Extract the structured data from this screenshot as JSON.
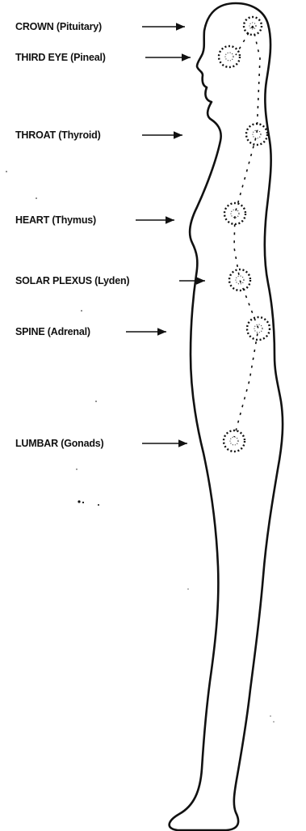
{
  "colors": {
    "ink": "#111111",
    "background": "#ffffff"
  },
  "labels": [
    {
      "id": "crown",
      "text": "CROWN (Pituitary)",
      "icon": "arrow-right-icon"
    },
    {
      "id": "third-eye",
      "text": "THIRD EYE (Pineal)",
      "icon": "arrow-right-icon"
    },
    {
      "id": "throat",
      "text": "THROAT (Thyroid)",
      "icon": "arrow-right-icon"
    },
    {
      "id": "heart",
      "text": "HEART (Thymus)",
      "icon": "arrow-right-icon"
    },
    {
      "id": "solar-plexus",
      "text": "SOLAR PLEXUS (Lyden)",
      "icon": "arrow-right-icon"
    },
    {
      "id": "spine",
      "text": "SPINE (Adrenal)",
      "icon": "arrow-right-icon"
    },
    {
      "id": "lumbar",
      "text": "LUMBAR (Gonads)",
      "icon": "arrow-right-icon"
    }
  ],
  "figure": {
    "icon": "human-silhouette-icon",
    "energy_center_icon": "dotted-circle-icon",
    "connector": "dashed-line"
  }
}
